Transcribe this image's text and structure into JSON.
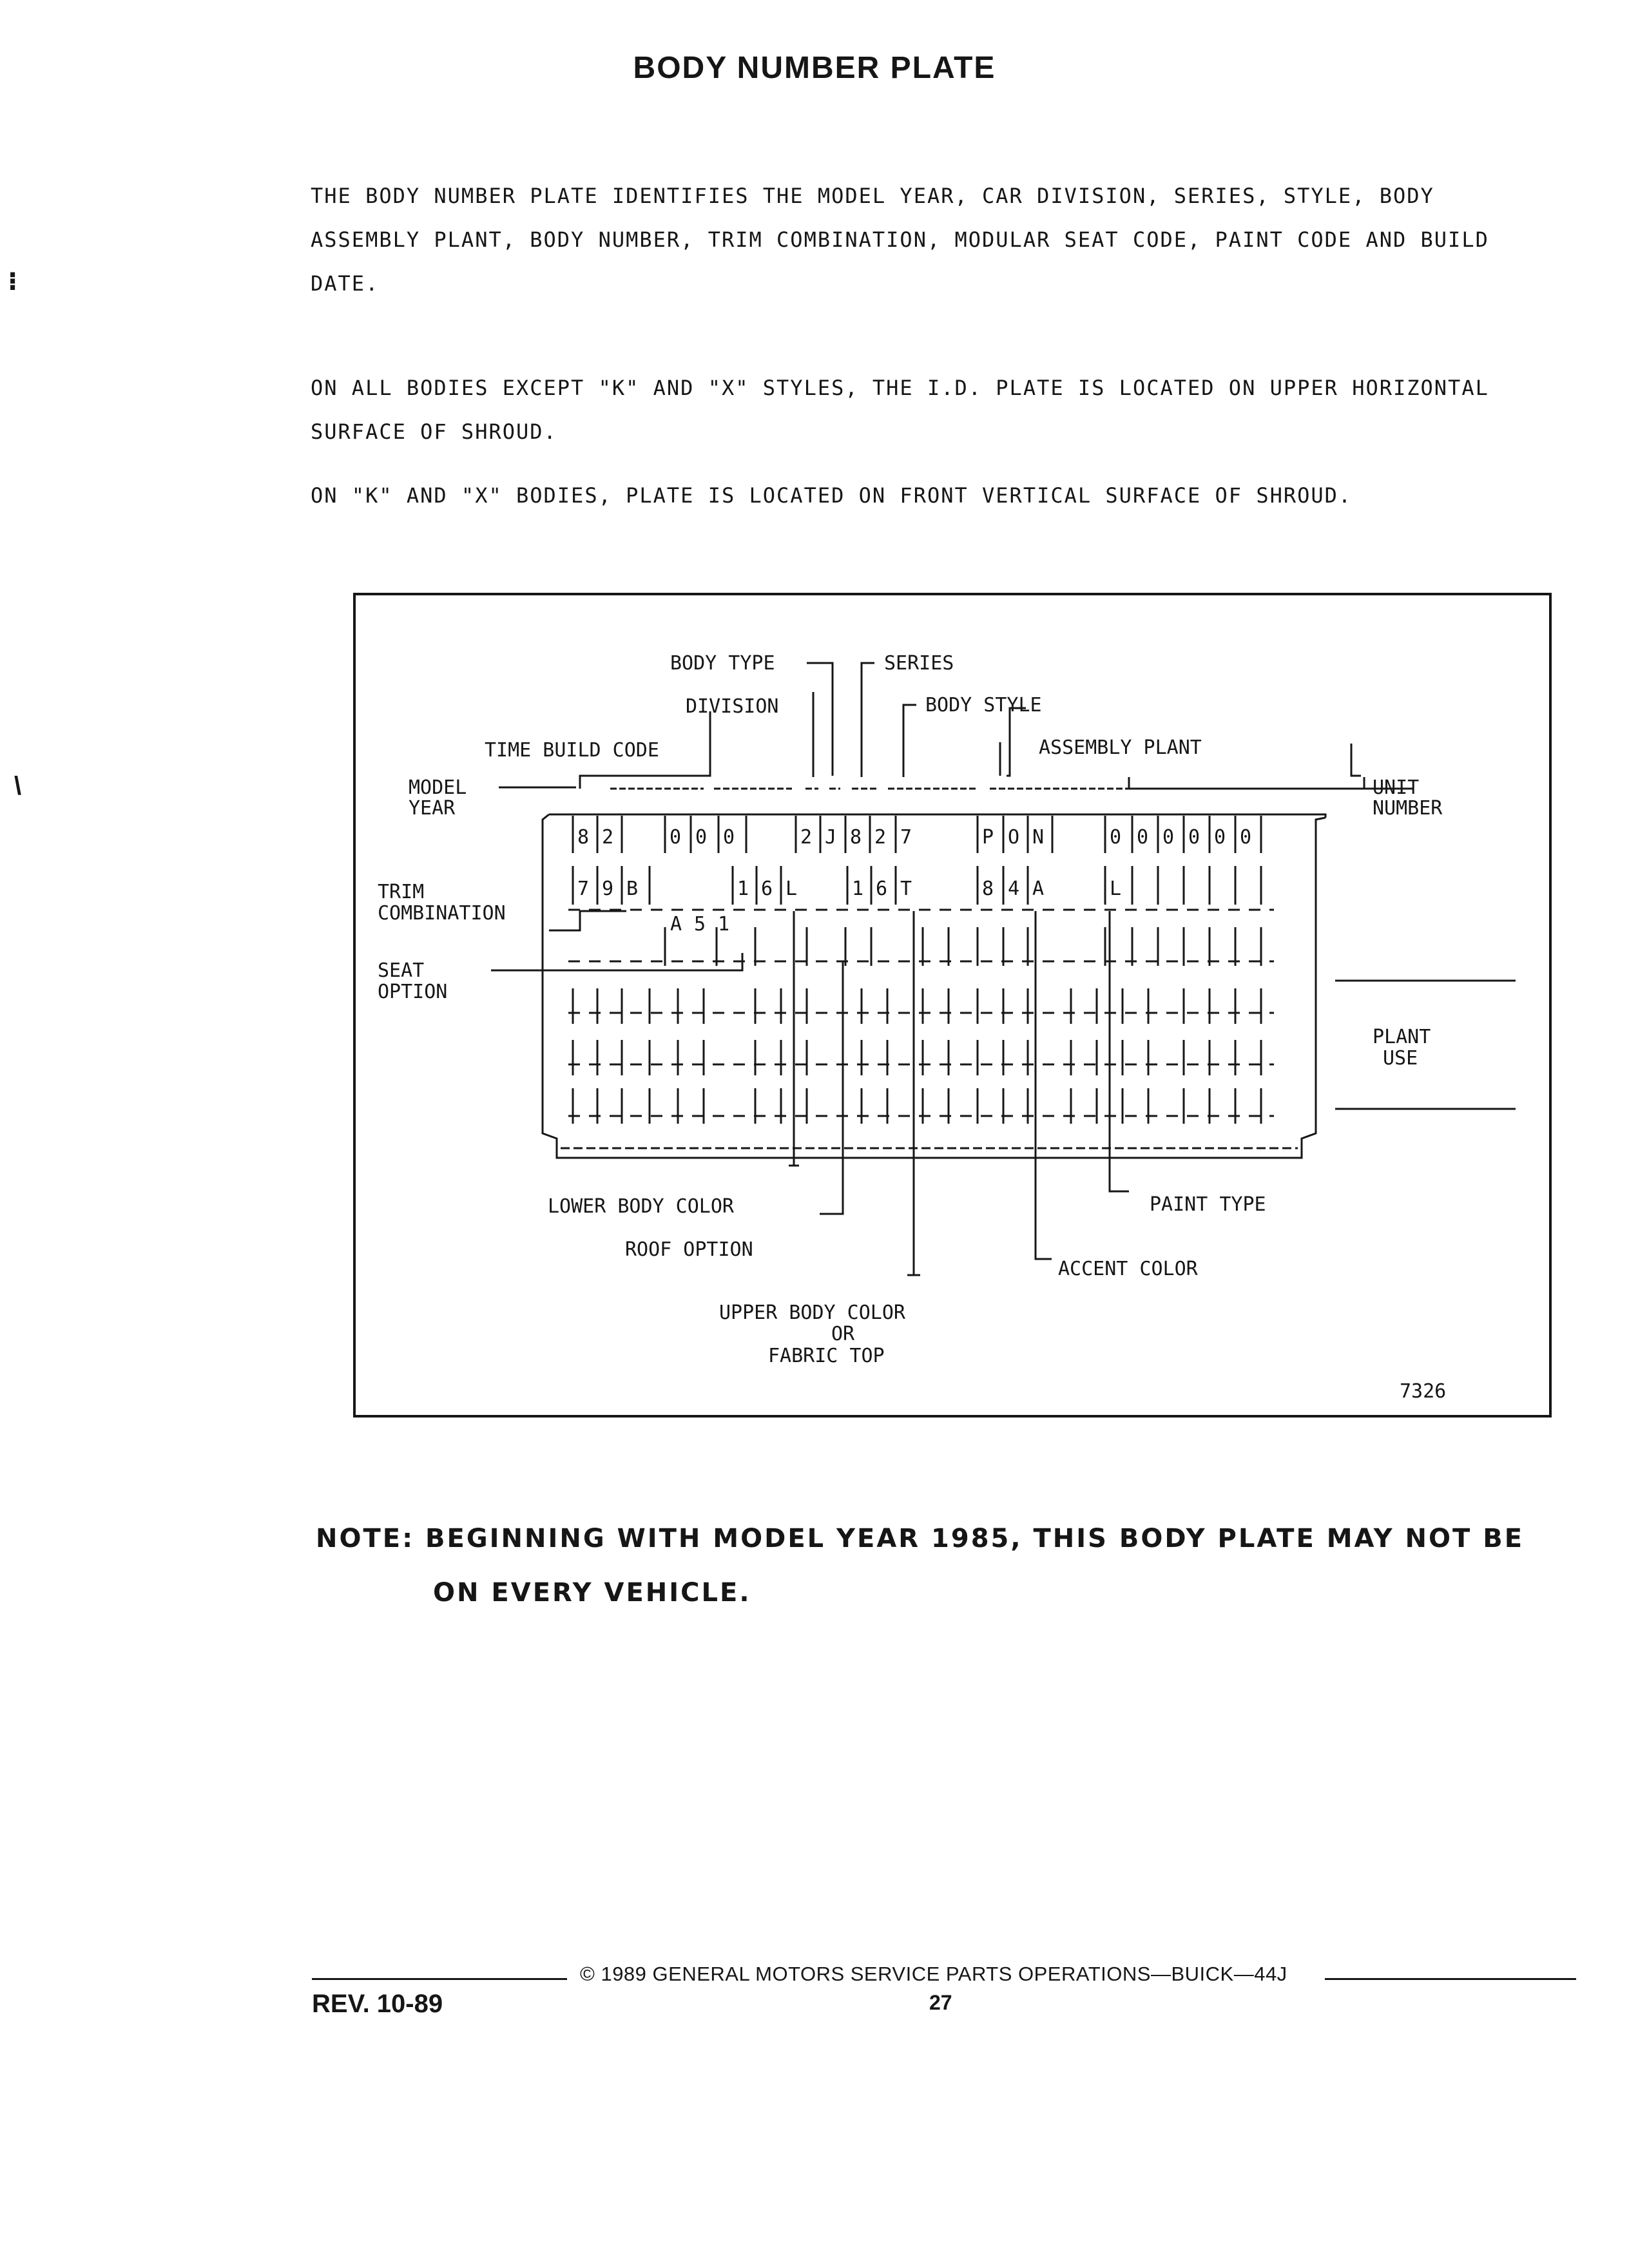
{
  "page": {
    "title": "BODY NUMBER PLATE",
    "paragraphs": [
      "THE BODY NUMBER PLATE IDENTIFIES THE MODEL YEAR, CAR DIVISION, SERIES, STYLE, BODY ASSEMBLY PLANT, BODY NUMBER, TRIM COMBINATION, MODULAR SEAT CODE, PAINT CODE AND BUILD DATE.",
      "ON ALL BODIES EXCEPT \"K\" AND \"X\" STYLES, THE I.D. PLATE IS LOCATED ON UPPER HORIZONTAL SURFACE OF SHROUD.",
      "ON \"K\" AND \"X\" BODIES, PLATE IS LOCATED ON FRONT VERTICAL SURFACE OF SHROUD."
    ],
    "note_line1": "NOTE: BEGINNING WITH MODEL YEAR 1985, THIS BODY PLATE MAY NOT BE",
    "note_line2": "ON EVERY VEHICLE.",
    "footer_copyright": "© 1989 GENERAL MOTORS SERVICE PARTS OPERATIONS—BUICK—44J",
    "footer_rev": "REV. 10-89",
    "footer_page": "27"
  },
  "figure": {
    "figure_number": "7326",
    "labels": {
      "body_type": "BODY TYPE",
      "series": "SERIES",
      "division": "DIVISION",
      "body_style": "BODY STYLE",
      "time_build_code": "TIME BUILD CODE",
      "assembly_plant": "ASSEMBLY PLANT",
      "model": "MODEL",
      "year": "YEAR",
      "unit": "UNIT",
      "number": "NUMBER",
      "trim": "TRIM",
      "combination": "COMBINATION",
      "seat": "SEAT",
      "option": "OPTION",
      "plant": "PLANT",
      "use": "USE",
      "lower_body_color": "LOWER BODY COLOR",
      "paint_type": "PAINT TYPE",
      "roof_option": "ROOF OPTION",
      "accent_color": "ACCENT COLOR",
      "upper_body_color": "UPPER BODY COLOR",
      "or": "OR",
      "fabric_top": "FABRIC TOP"
    },
    "plate_row1": [
      "8",
      "2",
      "0",
      "0",
      "0",
      "2",
      "J",
      "8",
      "2",
      "7",
      "P",
      "O",
      "N",
      "0",
      "0",
      "0",
      "0",
      "0",
      "0"
    ],
    "plate_row2": [
      "7",
      "9",
      "B",
      "1",
      "6",
      "L",
      "1",
      "6",
      "T",
      "8",
      "4",
      "A",
      "L"
    ],
    "plate_row3": [
      "A",
      "5",
      "1"
    ]
  }
}
